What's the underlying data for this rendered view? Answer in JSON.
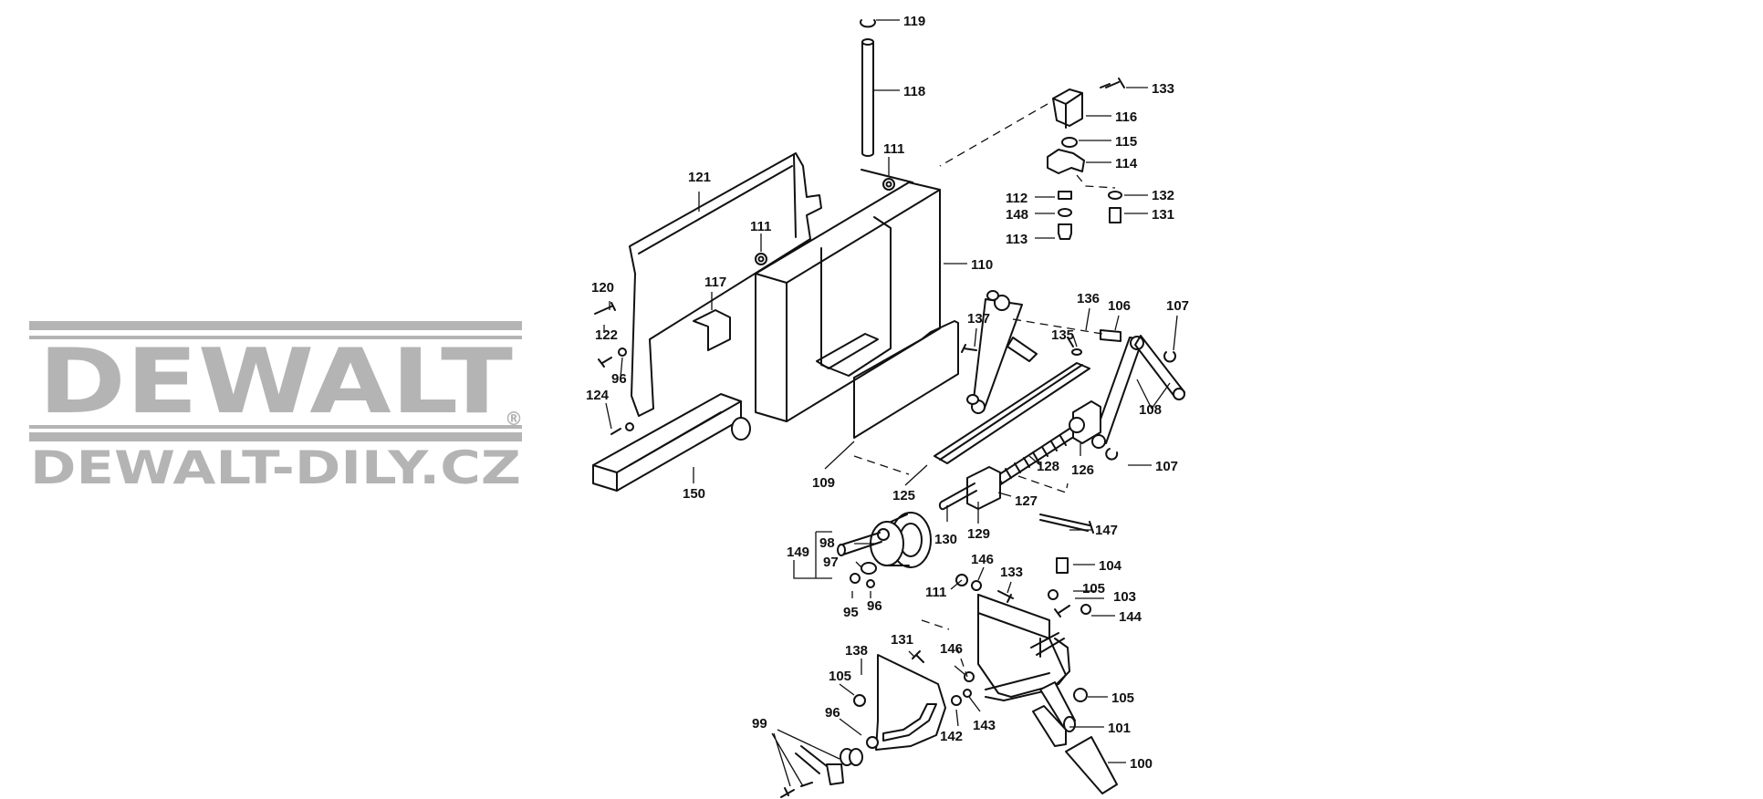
{
  "watermark": {
    "logo": "DEWALT",
    "registered_mark": "®",
    "site": "DEWALT-DILY.CZ",
    "color": "#b4b4b4"
  },
  "diagram": {
    "line_color": "#111111",
    "part_numbers": [
      "119",
      "118",
      "133",
      "116",
      "115",
      "114",
      "132",
      "131",
      "112",
      "148",
      "113",
      "111",
      "121",
      "111",
      "110",
      "120",
      "117",
      "122",
      "96",
      "124",
      "150",
      "137",
      "136",
      "106",
      "107",
      "135",
      "108",
      "107",
      "109",
      "128",
      "126",
      "125",
      "127",
      "130",
      "129",
      "147",
      "98",
      "149",
      "97",
      "95",
      "96",
      "146",
      "133",
      "104",
      "111",
      "105",
      "103",
      "144",
      "131",
      "138",
      "146",
      "105",
      "96",
      "143",
      "142",
      "105",
      "101",
      "99",
      "100"
    ]
  }
}
